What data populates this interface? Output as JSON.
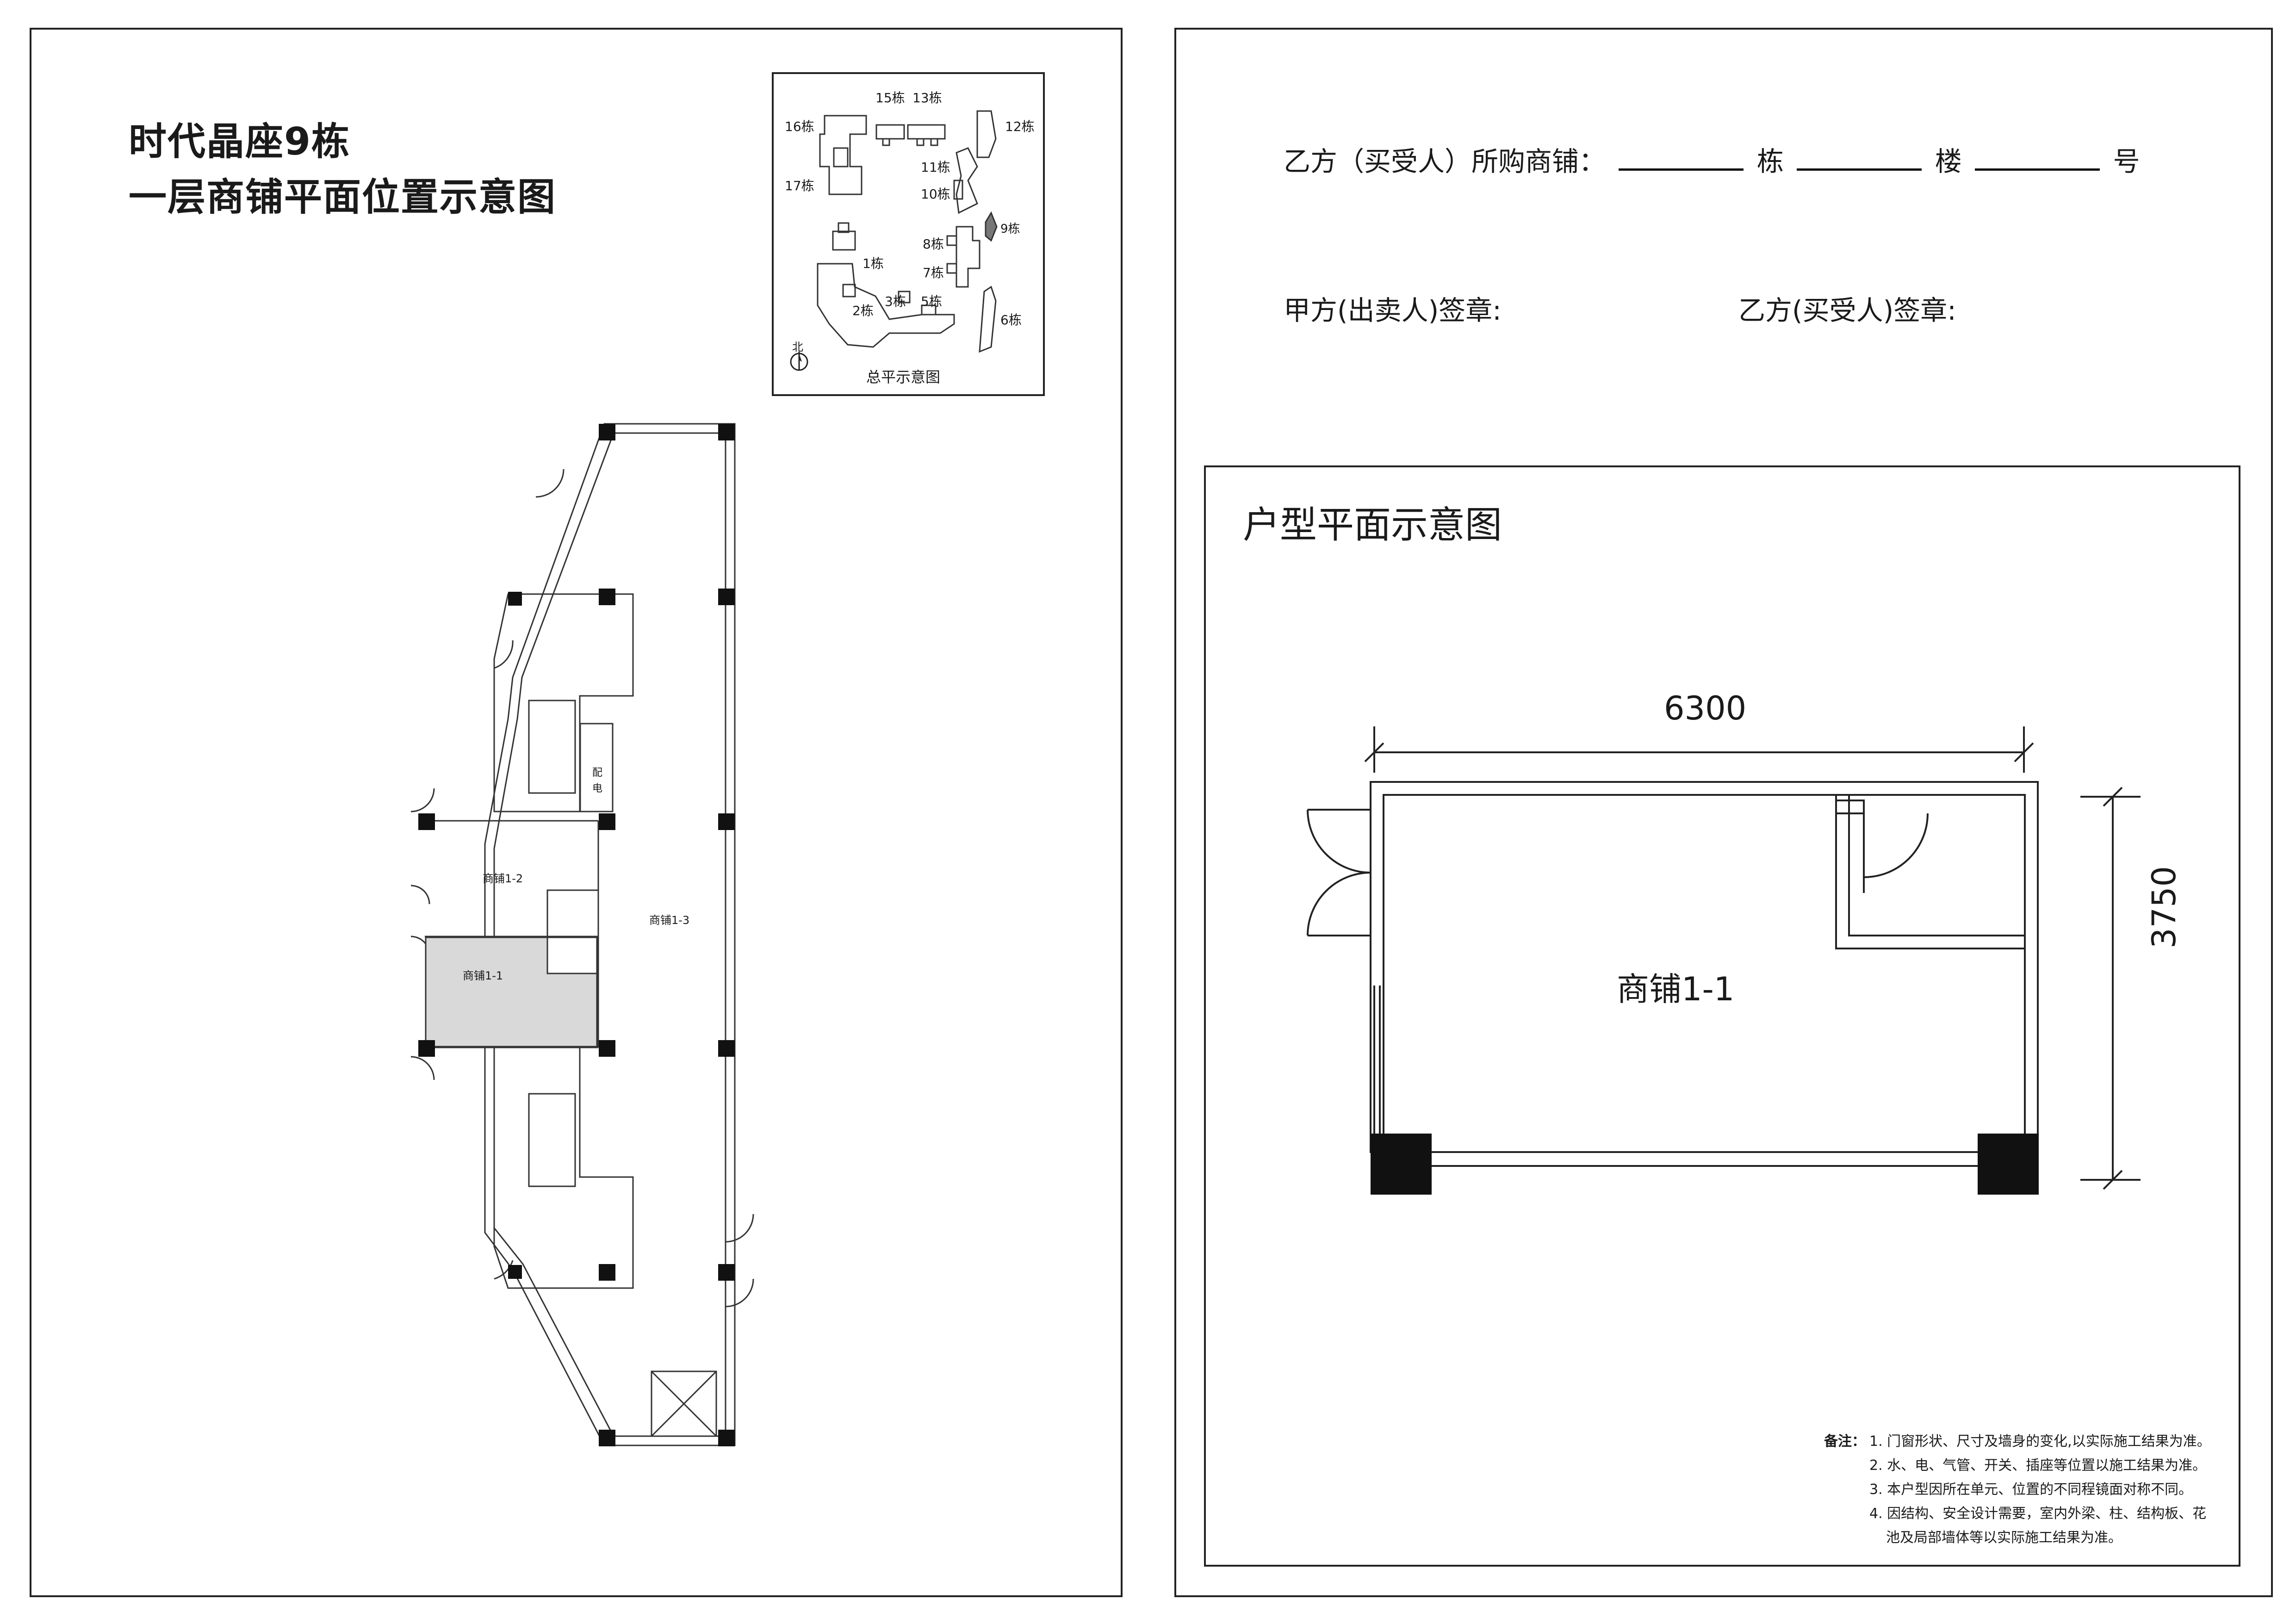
{
  "left": {
    "title_line1": "时代晶座9栋",
    "title_line2": "一层商铺平面位置示意图",
    "site_plan": {
      "caption": "总平示意图",
      "north_label": "北",
      "buildings": [
        "15栋",
        "13栋",
        "16栋",
        "12栋",
        "11栋",
        "17栋",
        "10栋",
        "9栋",
        "8栋",
        "1栋",
        "7栋",
        "2栋",
        "3栋",
        "5栋",
        "6栋"
      ]
    },
    "floor_plan": {
      "unit_1_2": "商铺1-2",
      "unit_1_3": "商铺1-3",
      "unit_1_1": "商铺1-1",
      "elec_room_1": "配",
      "elec_room_2": "电"
    }
  },
  "right": {
    "buyer_purchase_label": "乙方（买受人）所购商铺：",
    "unit_building": "栋",
    "unit_floor": "楼",
    "unit_number": "号",
    "seller_sign": "甲方(出卖人)签章:",
    "buyer_sign": "乙方(买受人)签章:",
    "unit_plan_title": "户型平面示意图",
    "dim_width": "6300",
    "dim_height": "3750",
    "unit_label": "商铺1-1",
    "notes_label": "备注：",
    "notes": [
      "1. 门窗形状、尺寸及墙身的变化,以实际施工结果为准。",
      "2. 水、电、气管、开关、插座等位置以施工结果为准。",
      "3. 本户型因所在单元、位置的不同程镜面对称不同。",
      "4. 因结构、安全设计需要，室内外梁、柱、结构板、花",
      "池及局部墙体等以实际施工结果为准。"
    ]
  },
  "colors": {
    "highlight_unit": "#d9d9d9",
    "column": "#111111",
    "line": "#333333"
  }
}
